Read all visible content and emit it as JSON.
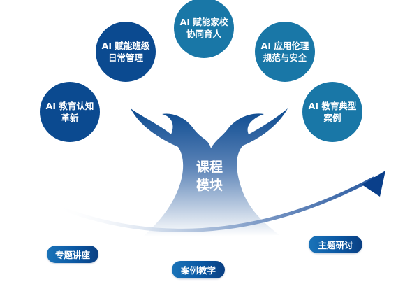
{
  "diagram": {
    "core": {
      "line1": "课程",
      "line2": "模块"
    },
    "topics": [
      {
        "line1": "AI 教育认知",
        "line2": "革新",
        "color": "#0b4a90"
      },
      {
        "line1": "AI 赋能班级",
        "line2": "日常管理",
        "color": "#0b4a90"
      },
      {
        "line1": "AI 赋能家校",
        "line2": "协同育人",
        "color": "#1977a7"
      },
      {
        "line1": "AI 应用伦理",
        "line2": "规范与安全",
        "color": "#1977a7"
      },
      {
        "line1": "AI 教育典型",
        "line2": "案例",
        "color": "#1977a7"
      }
    ],
    "methods": [
      {
        "label": "专题讲座"
      },
      {
        "label": "案例教学"
      },
      {
        "label": "主题研讨"
      }
    ],
    "colors": {
      "dark_blue": "#0b4a90",
      "teal": "#1977a7",
      "arrow": "#0a3f8a",
      "pill": "#0b58a3"
    }
  }
}
